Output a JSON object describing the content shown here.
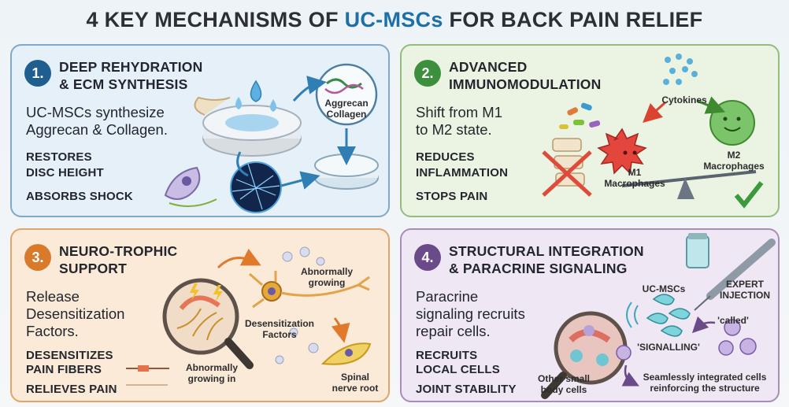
{
  "title": {
    "prefix": "4 KEY MECHANISMS OF ",
    "highlight": "UC-MSCs",
    "suffix": " FOR BACK PAIN RELIEF"
  },
  "panels": [
    {
      "number": "1.",
      "heading_lines": [
        "DEEP REHYDRATION",
        "& ECM SYNTHESIS"
      ],
      "description_lines": [
        "UC-MSCs synthesize",
        "Aggrecan & Collagen."
      ],
      "bullets": [
        "RESTORES",
        "DISC HEIGHT",
        "ABSORBS SHOCK"
      ],
      "labels": [
        "Aggrecan",
        "Collagen"
      ],
      "color": "#1f5f8f"
    },
    {
      "number": "2.",
      "heading_lines": [
        "ADVANCED",
        "IMMUNOMODULATION"
      ],
      "description_lines": [
        "Shift from M1",
        "to M2 state."
      ],
      "bullets": [
        "REDUCES",
        "INFLAMMATION",
        "STOPS PAIN"
      ],
      "labels": {
        "cytokines": "Cytokines",
        "m1": [
          "M1",
          "Macrophages"
        ],
        "m2": [
          "M2",
          "Macrophages"
        ]
      },
      "color": "#3c8f3c"
    },
    {
      "number": "3.",
      "heading_lines": [
        "NEURO-TROPHIC",
        "SUPPORT"
      ],
      "description_lines": [
        "Release",
        "Desensitization",
        "Factors."
      ],
      "bullets": [
        "DESENSITIZES",
        "PAIN FIBERS",
        "RELIEVES PAIN"
      ],
      "labels": {
        "abnormal1": [
          "Abnormally",
          "growing"
        ],
        "factors": [
          "Desensitization",
          "Factors"
        ],
        "abnormal2": [
          "Abnormally",
          "growing in"
        ],
        "root": [
          "Spinal",
          "nerve root"
        ]
      },
      "color": "#d9792a"
    },
    {
      "number": "4.",
      "heading_lines": [
        "STRUCTURAL INTEGRATION",
        "& PARACRINE SIGNALING"
      ],
      "description_lines": [
        "Paracrine",
        "signaling recruits",
        "repair cells."
      ],
      "bullets": [
        "RECRUITS",
        "LOCAL CELLS",
        "JOINT STABILITY"
      ],
      "labels": {
        "ucmsc": "UC-MSCs",
        "expert": [
          "EXPERT",
          "INJECTION"
        ],
        "called": "'called'",
        "signalling": "'SIGNALLING'",
        "other": [
          "Other small",
          "body cells"
        ],
        "integrated": [
          "Seamlessly integrated cells",
          "reinforcing the structure"
        ]
      },
      "color": "#6b4a8a"
    }
  ]
}
